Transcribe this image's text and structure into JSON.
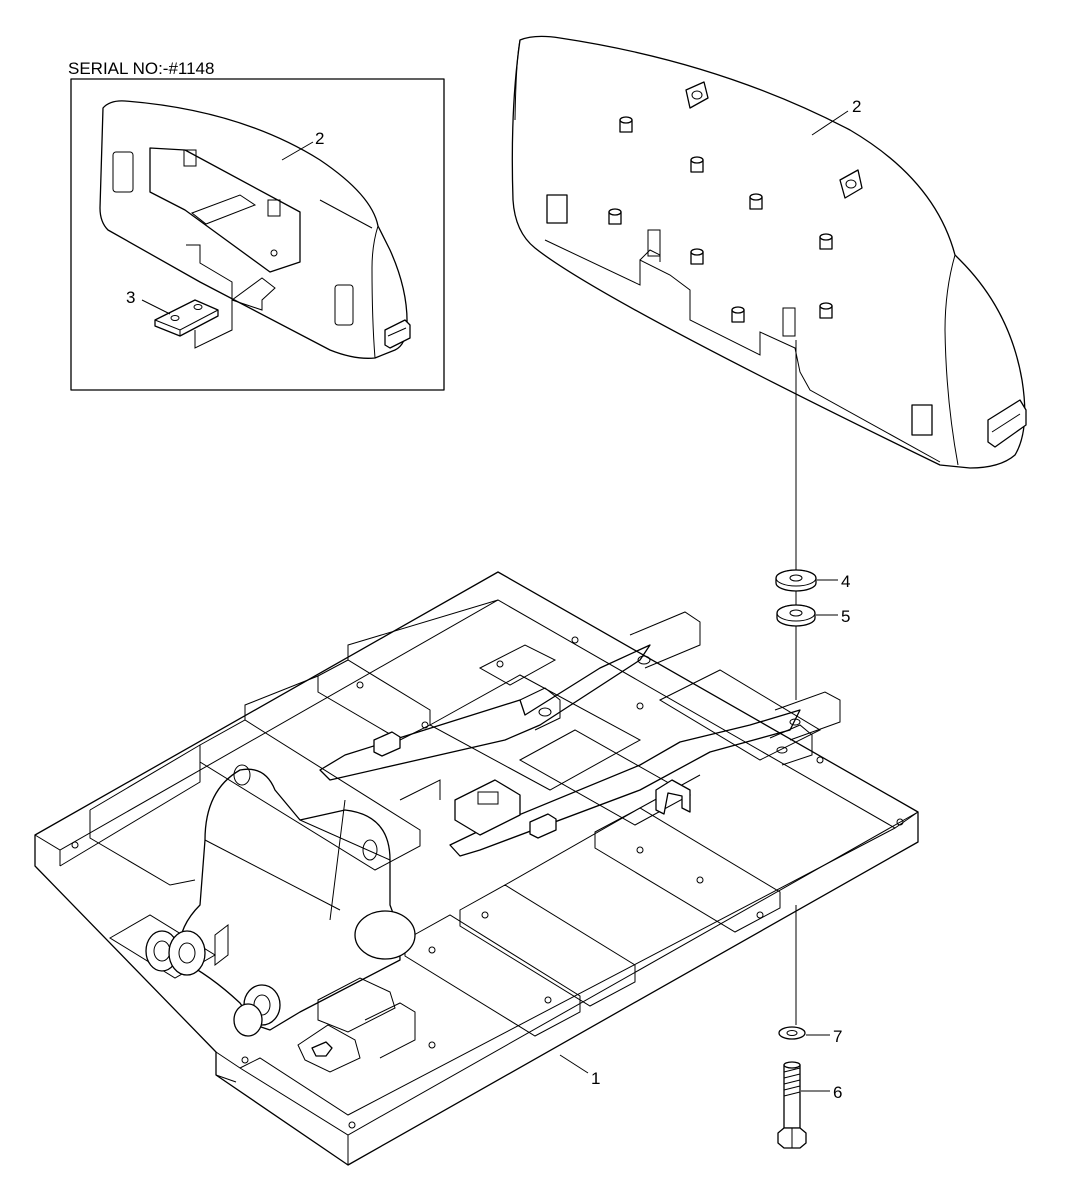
{
  "inset": {
    "serial_label": "SERIAL NO:-#1148"
  },
  "callouts": {
    "inset_counterweight": "2",
    "inset_plate": "3",
    "counterweight": "2",
    "washer_4": "4",
    "washer_5": "5",
    "washer_7": "7",
    "bolt": "6",
    "frame": "1"
  }
}
